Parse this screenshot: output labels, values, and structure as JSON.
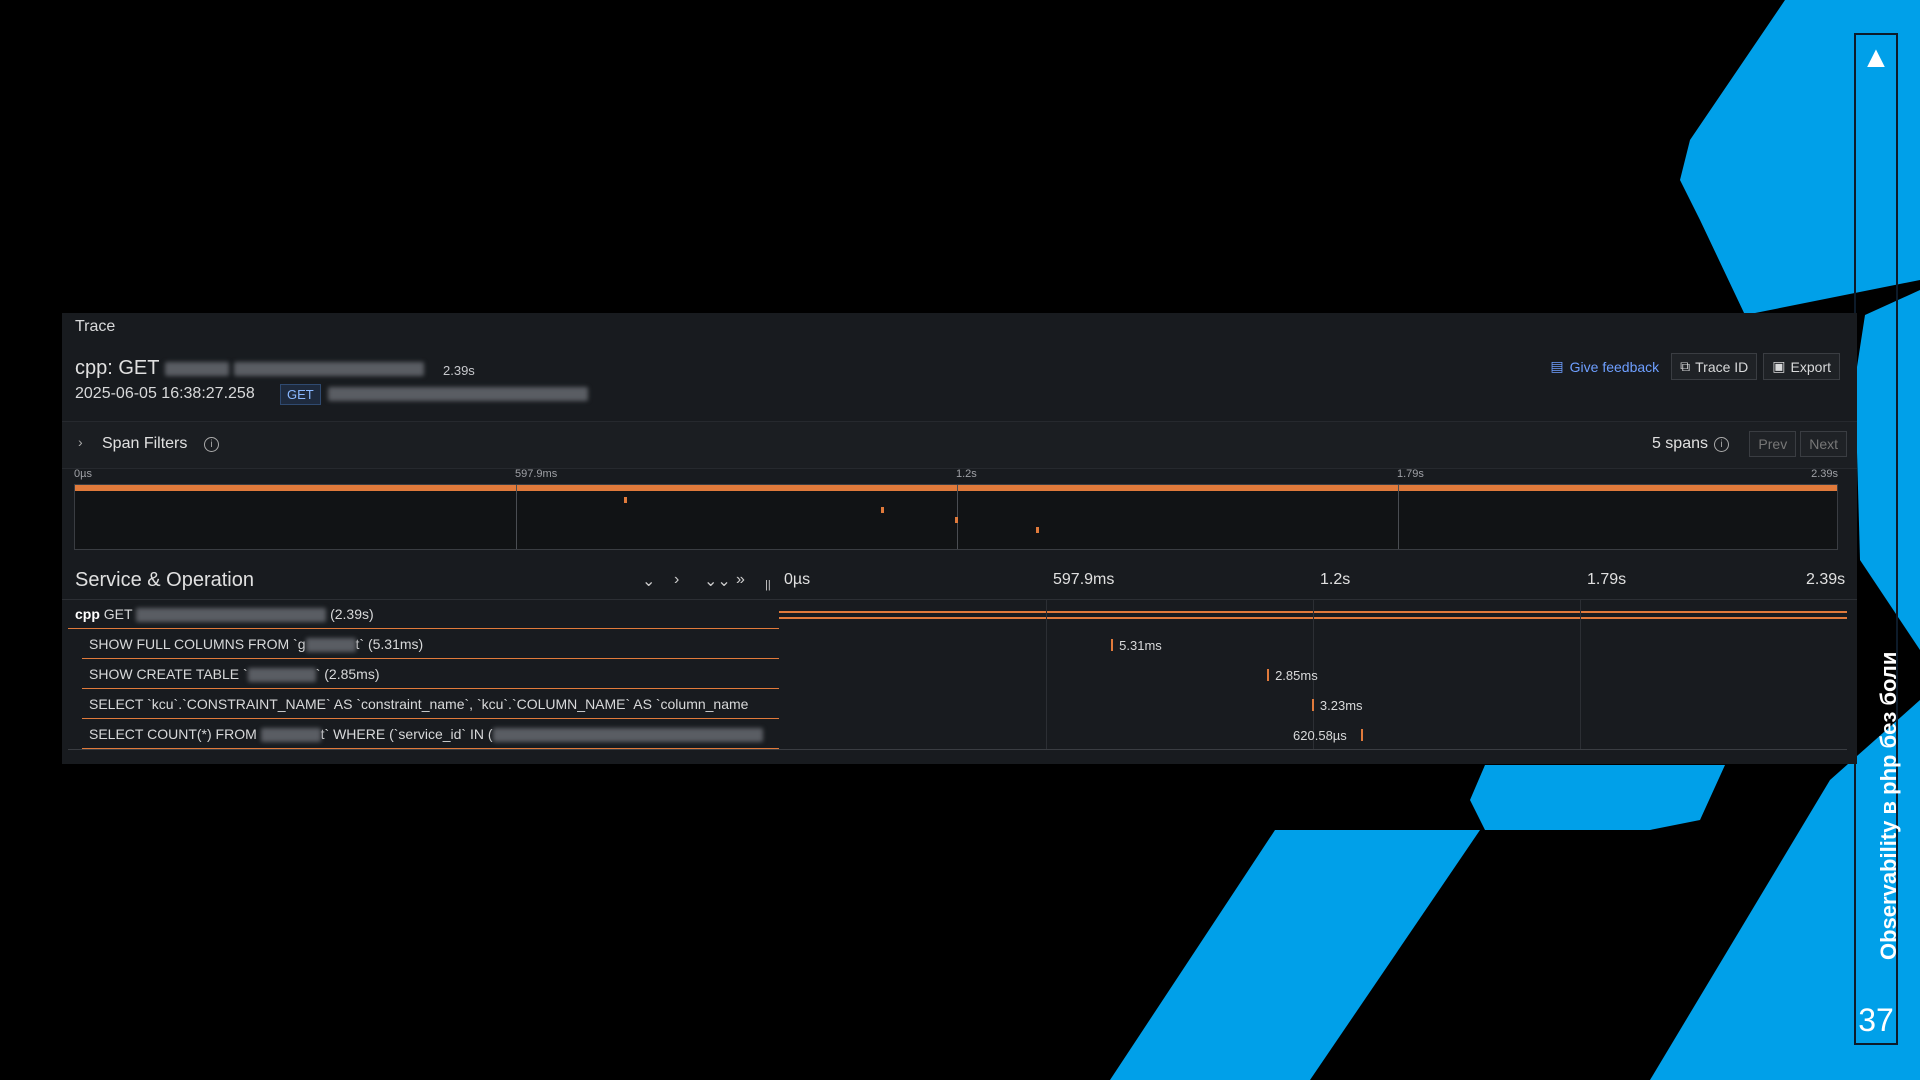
{
  "slide": {
    "side_title": "Observability в php без боли",
    "slide_number": "37",
    "colors": {
      "accent": "#00a0e9",
      "background": "#000000"
    },
    "logo_icon": "company-logo-icon"
  },
  "trace": {
    "panel_label": "Trace",
    "title_prefix": "cpp: GET",
    "duration": "2.39s",
    "date": "2025-06-05 16:38:27.258",
    "method": "GET",
    "actions": {
      "feedback": "Give feedback",
      "trace_id": "Trace ID",
      "export": "Export"
    },
    "filters_label": "Span Filters",
    "spans_count": "5 spans",
    "prev": "Prev",
    "next": "Next",
    "minimap_ticks": [
      "0µs",
      "597.9ms",
      "1.2s",
      "1.79s",
      "2.39s"
    ],
    "service_header": "Service & Operation",
    "timeline_ticks": [
      "0µs",
      "597.9ms",
      "1.2s",
      "1.79s",
      "2.39s"
    ],
    "colors": {
      "span": "#e07a3b",
      "link": "#6e9fff",
      "panel_bg": "#181b1f"
    },
    "spans": [
      {
        "service": "cpp",
        "operation": "GET",
        "duration_text": "(2.39s)",
        "start_fraction": 0.0,
        "duration_fraction": 1.0,
        "label": ""
      },
      {
        "operation": "SHOW FULL COLUMNS FROM `g",
        "operation_tail": "t` (5.31ms)",
        "start_fraction": 0.311,
        "duration_fraction": 0.0022,
        "label": "5.31ms"
      },
      {
        "operation": "SHOW CREATE TABLE `",
        "operation_tail": "` (2.85ms)",
        "start_fraction": 0.457,
        "duration_fraction": 0.0012,
        "label": "2.85ms"
      },
      {
        "operation": "SELECT `kcu`.`CONSTRAINT_NAME` AS `constraint_name`, `kcu`.`COLUMN_NAME` AS `column_name",
        "operation_tail": "",
        "start_fraction": 0.499,
        "duration_fraction": 0.0014,
        "label": "3.23ms"
      },
      {
        "operation": "SELECT COUNT(*) FROM",
        "operation_tail": "t` WHERE (`service_id` IN (",
        "start_fraction": 0.545,
        "duration_fraction": 0.0003,
        "label": "620.58µs"
      }
    ]
  }
}
